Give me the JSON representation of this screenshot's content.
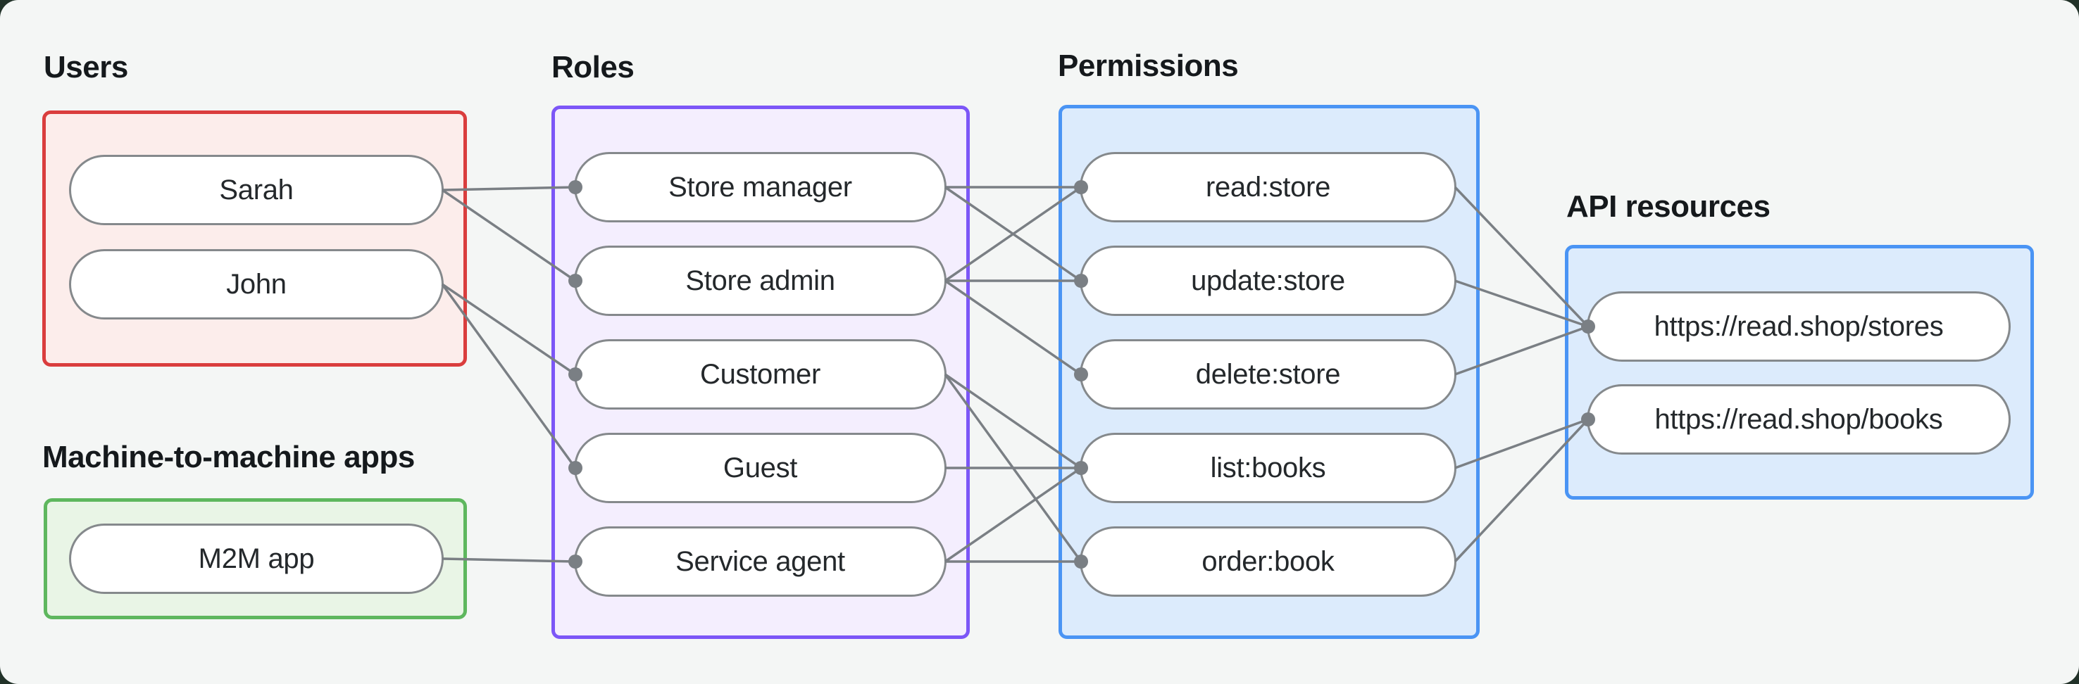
{
  "diagram_title": "RBAC authorization model diagram",
  "groups": {
    "users": {
      "label": "Users",
      "border_color": "#da3d3d",
      "fill_color": "#fcedeb"
    },
    "m2m": {
      "label": "Machine-to-machine apps",
      "border_color": "#5eb75e",
      "fill_color": "#e9f5e6"
    },
    "roles": {
      "label": "Roles",
      "border_color": "#7c56f7",
      "fill_color": "#f4eefe"
    },
    "permissions": {
      "label": "Permissions",
      "border_color": "#4a94f4",
      "fill_color": "#dcebfc"
    },
    "api": {
      "label": "API resources",
      "border_color": "#4a94f4",
      "fill_color": "#dcebfc"
    }
  },
  "nodes": {
    "sarah": "Sarah",
    "john": "John",
    "m2m-app": "M2M app",
    "store-manager": "Store manager",
    "store-admin": "Store admin",
    "customer": "Customer",
    "guest": "Guest",
    "service-agent": "Service agent",
    "read-store": "read:store",
    "update-store": "update:store",
    "delete-store": "delete:store",
    "list-books": "list:books",
    "order-book": "order:book",
    "stores-api": "https://read.shop/stores",
    "books-api": "https://read.shop/books"
  },
  "edges": [
    [
      "sarah",
      "store-manager"
    ],
    [
      "sarah",
      "store-admin"
    ],
    [
      "john",
      "customer"
    ],
    [
      "john",
      "guest"
    ],
    [
      "m2m-app",
      "service-agent"
    ],
    [
      "store-manager",
      "read-store"
    ],
    [
      "store-manager",
      "update-store"
    ],
    [
      "store-admin",
      "read-store"
    ],
    [
      "store-admin",
      "update-store"
    ],
    [
      "store-admin",
      "delete-store"
    ],
    [
      "customer",
      "list-books"
    ],
    [
      "customer",
      "order-book"
    ],
    [
      "guest",
      "list-books"
    ],
    [
      "service-agent",
      "list-books"
    ],
    [
      "service-agent",
      "order-book"
    ],
    [
      "read-store",
      "stores-api"
    ],
    [
      "update-store",
      "stores-api"
    ],
    [
      "delete-store",
      "stores-api"
    ],
    [
      "list-books",
      "books-api"
    ],
    [
      "order-book",
      "books-api"
    ]
  ],
  "styles": {
    "background": "#f4f6f5",
    "page_behind": "#223229",
    "line_color": "#7a7f84",
    "dot_color": "#7a7f84",
    "pill_border_color": "#85898c",
    "pill_fill": "#ffffff",
    "pill_text_color": "#24282b",
    "label_color": "#15191c"
  }
}
